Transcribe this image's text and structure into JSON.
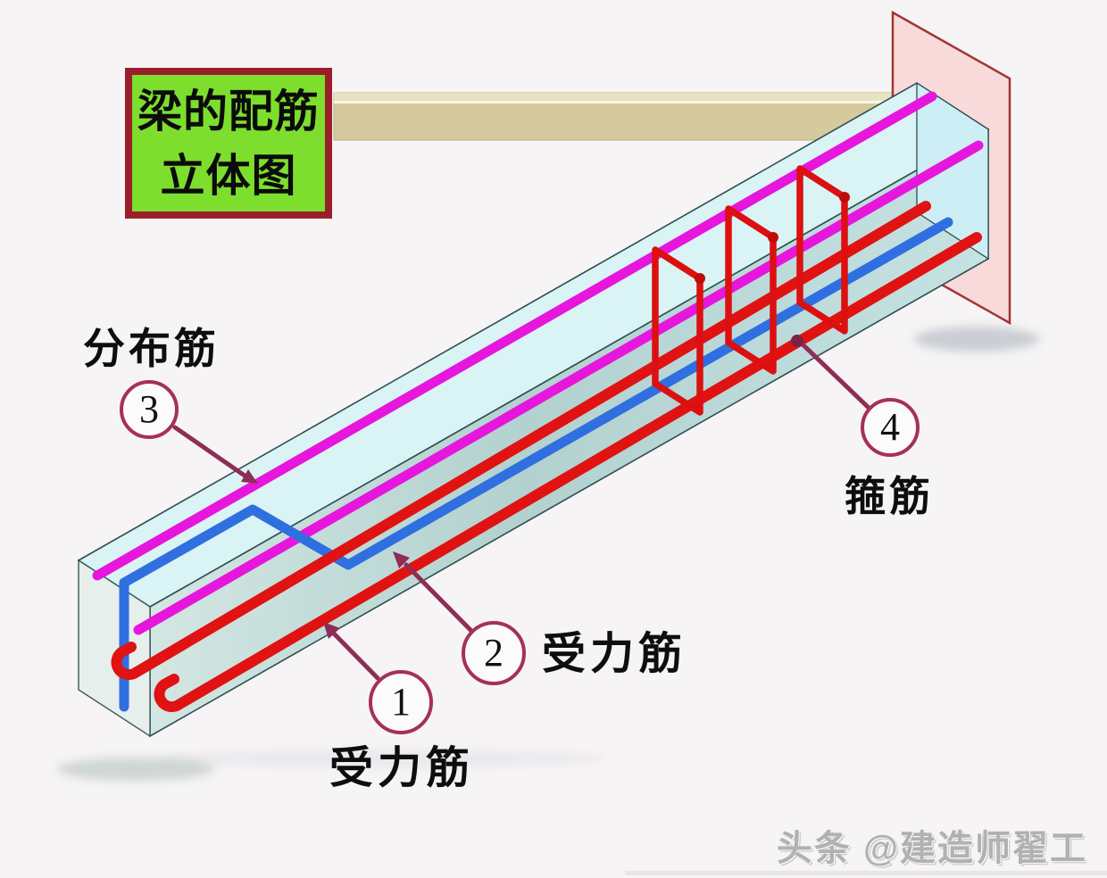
{
  "title": {
    "line1": "梁的配筋",
    "line2": "立体图"
  },
  "callouts": {
    "distribution": {
      "number": "3",
      "label": "分布筋",
      "target": "magenta distribution bars on top of beam",
      "target_color": "#E616DC"
    },
    "bottom_main": {
      "number": "1",
      "label": "受力筋",
      "target": "red straight bottom bars with end hooks",
      "target_color": "#E01212"
    },
    "bent_main": {
      "number": "2",
      "label": "受力筋",
      "target": "blue bent-up bar",
      "target_color": "#2F6FE0"
    },
    "stirrup": {
      "number": "4",
      "label": "箍筋",
      "target": "red rectangular stirrup hoops",
      "target_color": "#DC1010"
    }
  },
  "watermark": {
    "text": "头条 @建造师翟工"
  },
  "colors": {
    "background": "#F6F4F5",
    "title_box_fill": "#7DDE2D",
    "title_box_border": "#9B1F2B",
    "beam_top_face": "#DAF3F5",
    "beam_front_face": "#BBD7D5",
    "beam_left_end_face": "#E7EFEC",
    "beam_right_end_face": "#CDEEF4",
    "beam_edge": "#2E4F52",
    "wall_panel_fill": "#F8DADB",
    "wall_panel_border": "#A23636",
    "top_bar_tan": "#D5CA9E",
    "distribution_bar_magenta": "#E616DC",
    "main_bar_red": "#E01212",
    "bent_bar_blue": "#2F6FE0",
    "stirrup_red": "#DC1010",
    "annotation_maroon": "#8E2D55",
    "callout_circle_border": "#A53059",
    "watermark_gray": "#B3B1B0"
  }
}
